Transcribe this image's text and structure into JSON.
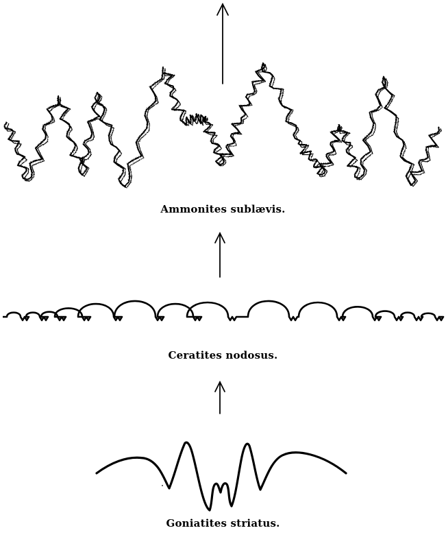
{
  "figure": {
    "sutures": [
      {
        "id": "ammonites",
        "caption": "Ammonites sublævis."
      },
      {
        "id": "ceratites",
        "caption": "Ceratites nodosus."
      },
      {
        "id": "goniatites",
        "caption": "Goniatites striatus."
      }
    ],
    "colors": {
      "ink": "#000000",
      "paper": "#ffffff"
    },
    "icons": [
      "up-arrow-icon",
      "up-arrow-icon",
      "up-arrow-icon"
    ]
  }
}
